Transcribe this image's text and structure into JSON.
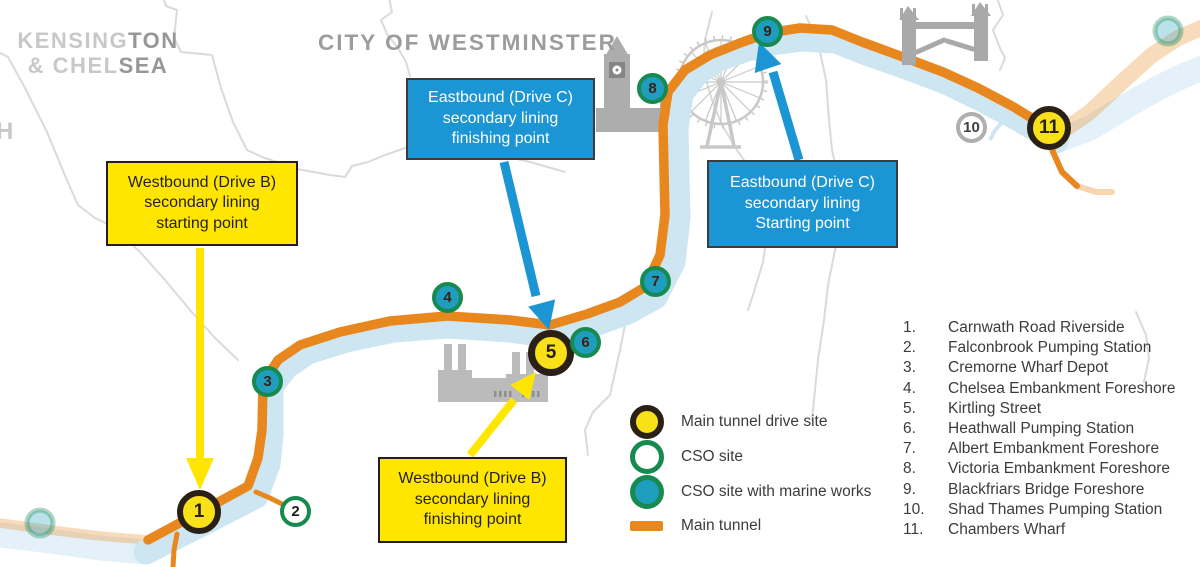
{
  "boroughs": {
    "kensington": {
      "light1": "KENSING",
      "bold1": "TON",
      "light2": "& CHEL",
      "bold2": "SEA"
    },
    "westminster": "CITY OF WESTMINSTER",
    "edge_letter": "H"
  },
  "callouts": {
    "westbound_start": {
      "line1": "Westbound (Drive B)",
      "line2": "secondary lining",
      "line3": "starting point"
    },
    "eastbound_finish": {
      "line1": "Eastbound (Drive C)",
      "line2": "secondary lining",
      "line3": "finishing point"
    },
    "eastbound_start": {
      "line1": "Eastbound (Drive C)",
      "line2": "secondary lining",
      "line3": "Starting point"
    },
    "westbound_finish": {
      "line1": "Westbound (Drive B)",
      "line2": "secondary lining",
      "line3": "finishing point"
    }
  },
  "markers": [
    {
      "label": "1",
      "type": "drive-site"
    },
    {
      "label": "2",
      "type": "cso-site"
    },
    {
      "label": "3",
      "type": "cso-site-marine"
    },
    {
      "label": "4",
      "type": "cso-site-marine"
    },
    {
      "label": "5",
      "type": "drive-site"
    },
    {
      "label": "6",
      "type": "cso-site-marine"
    },
    {
      "label": "7",
      "type": "cso-site-marine"
    },
    {
      "label": "8",
      "type": "cso-site-marine"
    },
    {
      "label": "9",
      "type": "cso-site-marine"
    },
    {
      "label": "10",
      "type": "inactive-site"
    },
    {
      "label": "11",
      "type": "drive-site"
    }
  ],
  "legend": {
    "drive_site": "Main tunnel drive site",
    "cso": "CSO site",
    "cso_marine": "CSO site with marine works",
    "tunnel": "Main tunnel"
  },
  "sites": [
    {
      "num": "1.",
      "name": "Carnwath Road Riverside"
    },
    {
      "num": "2.",
      "name": "Falconbrook Pumping Station"
    },
    {
      "num": "3.",
      "name": "Cremorne Wharf Depot"
    },
    {
      "num": "4.",
      "name": "Chelsea Embankment Foreshore"
    },
    {
      "num": "5.",
      "name": "Kirtling Street"
    },
    {
      "num": "6.",
      "name": "Heathwall Pumping Station"
    },
    {
      "num": "7.",
      "name": "Albert Embankment Foreshore"
    },
    {
      "num": "8.",
      "name": "Victoria Embankment Foreshore"
    },
    {
      "num": "9.",
      "name": "Blackfriars Bridge Foreshore"
    },
    {
      "num": "10.",
      "name": "Shad Thames Pumping Station"
    },
    {
      "num": "11.",
      "name": "Chambers Wharf"
    }
  ],
  "colors": {
    "tunnel": "#E8871E",
    "river": "#CDE6F2",
    "drive_fill": "#F9E11A",
    "drive_border": "#2A2016",
    "cso_ring": "#178A4F",
    "marine_fill": "#1F9DBE",
    "inactive_ring": "#AFAFAF",
    "callout_yellow": "#FFE600",
    "callout_blue": "#1B95D4"
  }
}
